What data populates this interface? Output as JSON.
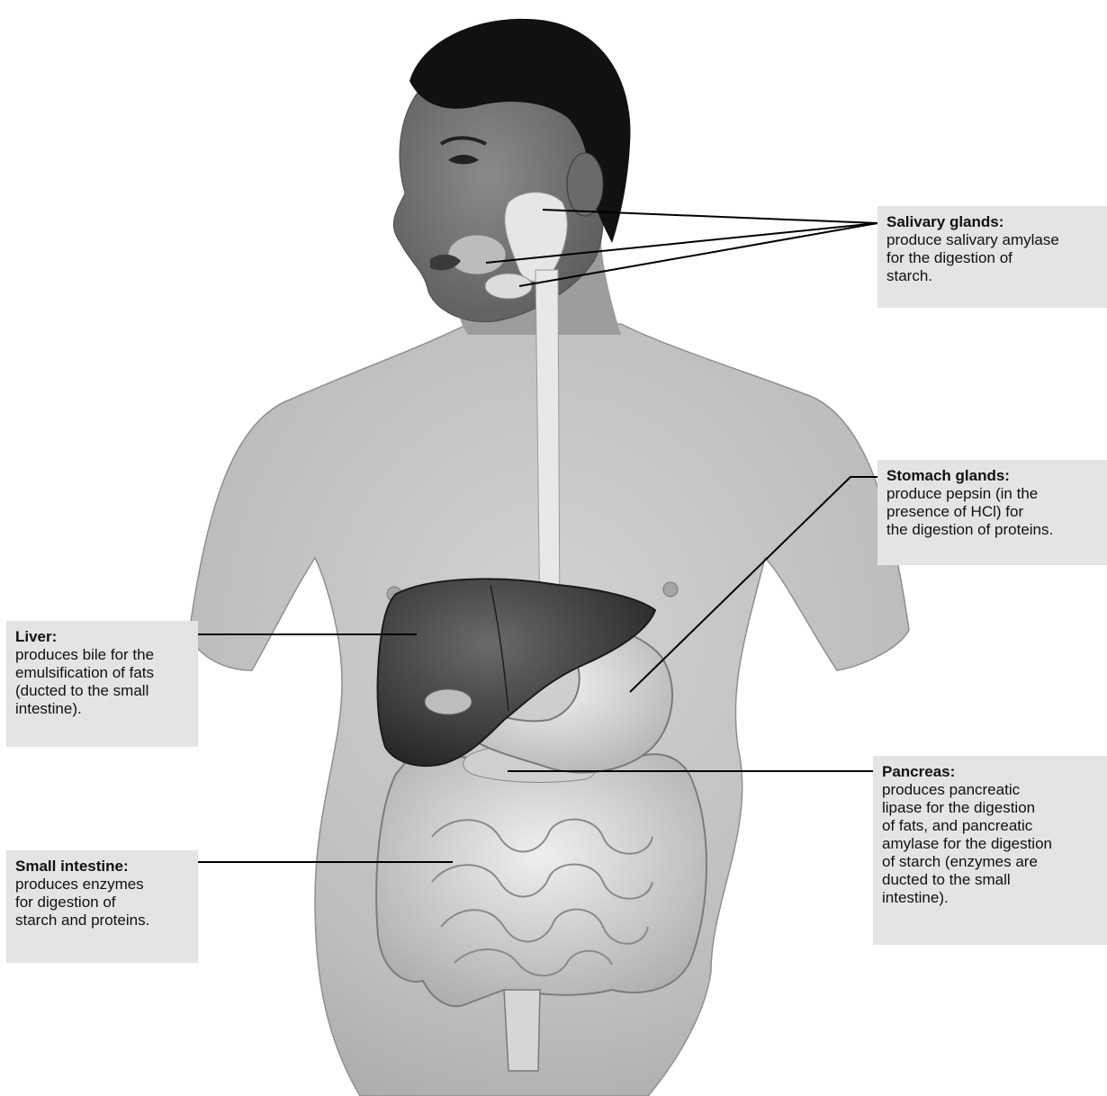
{
  "labels": {
    "salivary": {
      "title": "Salivary glands:",
      "description": "produce salivary amylase\nfor the digestion of\nstarch."
    },
    "stomach": {
      "title": "Stomach glands:",
      "description": "produce pepsin (in the\npresence of HCl) for\nthe digestion of proteins."
    },
    "liver": {
      "title": "Liver:",
      "description": "produces bile for the\nemulsification of fats\n(ducted to the small\nintestine)."
    },
    "small_intestine": {
      "title": "Small intestine:",
      "description": "produces enzymes\nfor digestion of\nstarch and proteins."
    },
    "pancreas": {
      "title": "Pancreas:",
      "description": "produces pancreatic\nlipase for the digestion\nof fats, and pancreatic\namylase for the digestion\nof starch (enzymes are\nducted to the small\nintestine)."
    }
  },
  "colors": {
    "label_background": "#e4e4e4",
    "leader_line": "#000000",
    "hair": "#111111",
    "skin": "#c8c8c8",
    "liver": "#3c3c3c",
    "organs_light": "#d8d8d8"
  }
}
